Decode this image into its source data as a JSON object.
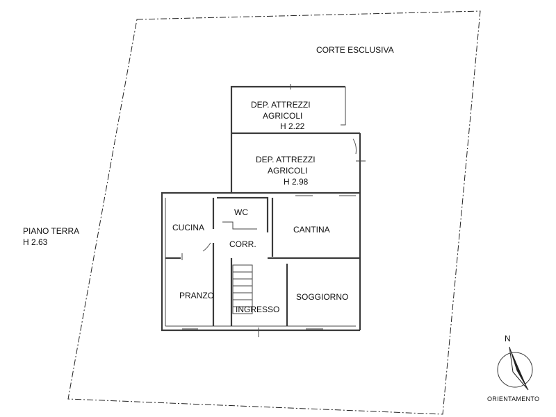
{
  "plan": {
    "outdoor_label": "CORTE ESCLUSIVA",
    "floor_label": "PIANO TERRA",
    "floor_height": "H 2.63",
    "rooms": {
      "dep_top": {
        "line1": "DEP. ATTREZZI",
        "line2": "AGRICOLI",
        "height": "H 2.22"
      },
      "dep_mid": {
        "line1": "DEP. ATTREZZI",
        "line2": "AGRICOLI",
        "height": "H 2.98"
      },
      "wc": "WC",
      "cucina": "CUCINA",
      "corr": "CORR.",
      "cantina": "CANTINA",
      "pranzo": "PRANZO",
      "ingresso": "INGRESSO",
      "soggiorno": "SOGGIORNO"
    }
  },
  "compass": {
    "north_label": "N",
    "caption": "ORIENTAMENTO"
  }
}
